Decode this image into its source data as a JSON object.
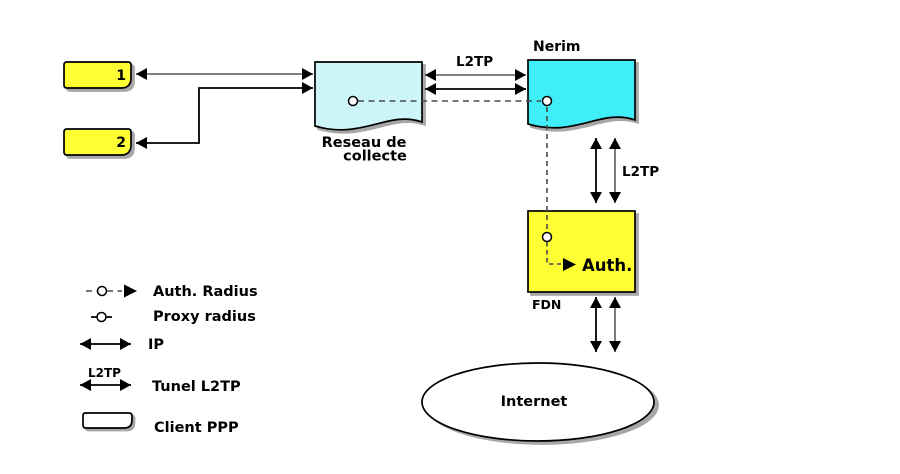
{
  "nodes": {
    "client1": "1",
    "client2": "2",
    "reseau_line1": "Reseau de",
    "reseau_line2": "collecte",
    "nerim": "Nerim",
    "auth": "Auth.",
    "fdn": "FDN",
    "internet": "Internet"
  },
  "edges": {
    "l2tp_horizontal_label": "L2TP",
    "l2tp_vertical_label": "L2TP"
  },
  "legend": {
    "items": [
      {
        "id": "auth-radius",
        "label": "Auth. Radius"
      },
      {
        "id": "proxy-radius",
        "label": "Proxy radius"
      },
      {
        "id": "ip",
        "label": "IP"
      },
      {
        "id": "tunnel-l2tp",
        "label": "Tunel L2TP",
        "arrow_label": "L2TP"
      },
      {
        "id": "client-ppp",
        "label": "Client PPP"
      }
    ]
  },
  "colors": {
    "client_fill": "#FFFF33",
    "reseau_fill": "#CCF6FA",
    "nerim_fill": "#3FEEF8",
    "auth_fill": "#FFFF33",
    "internet_fill": "#FFFFFF"
  }
}
